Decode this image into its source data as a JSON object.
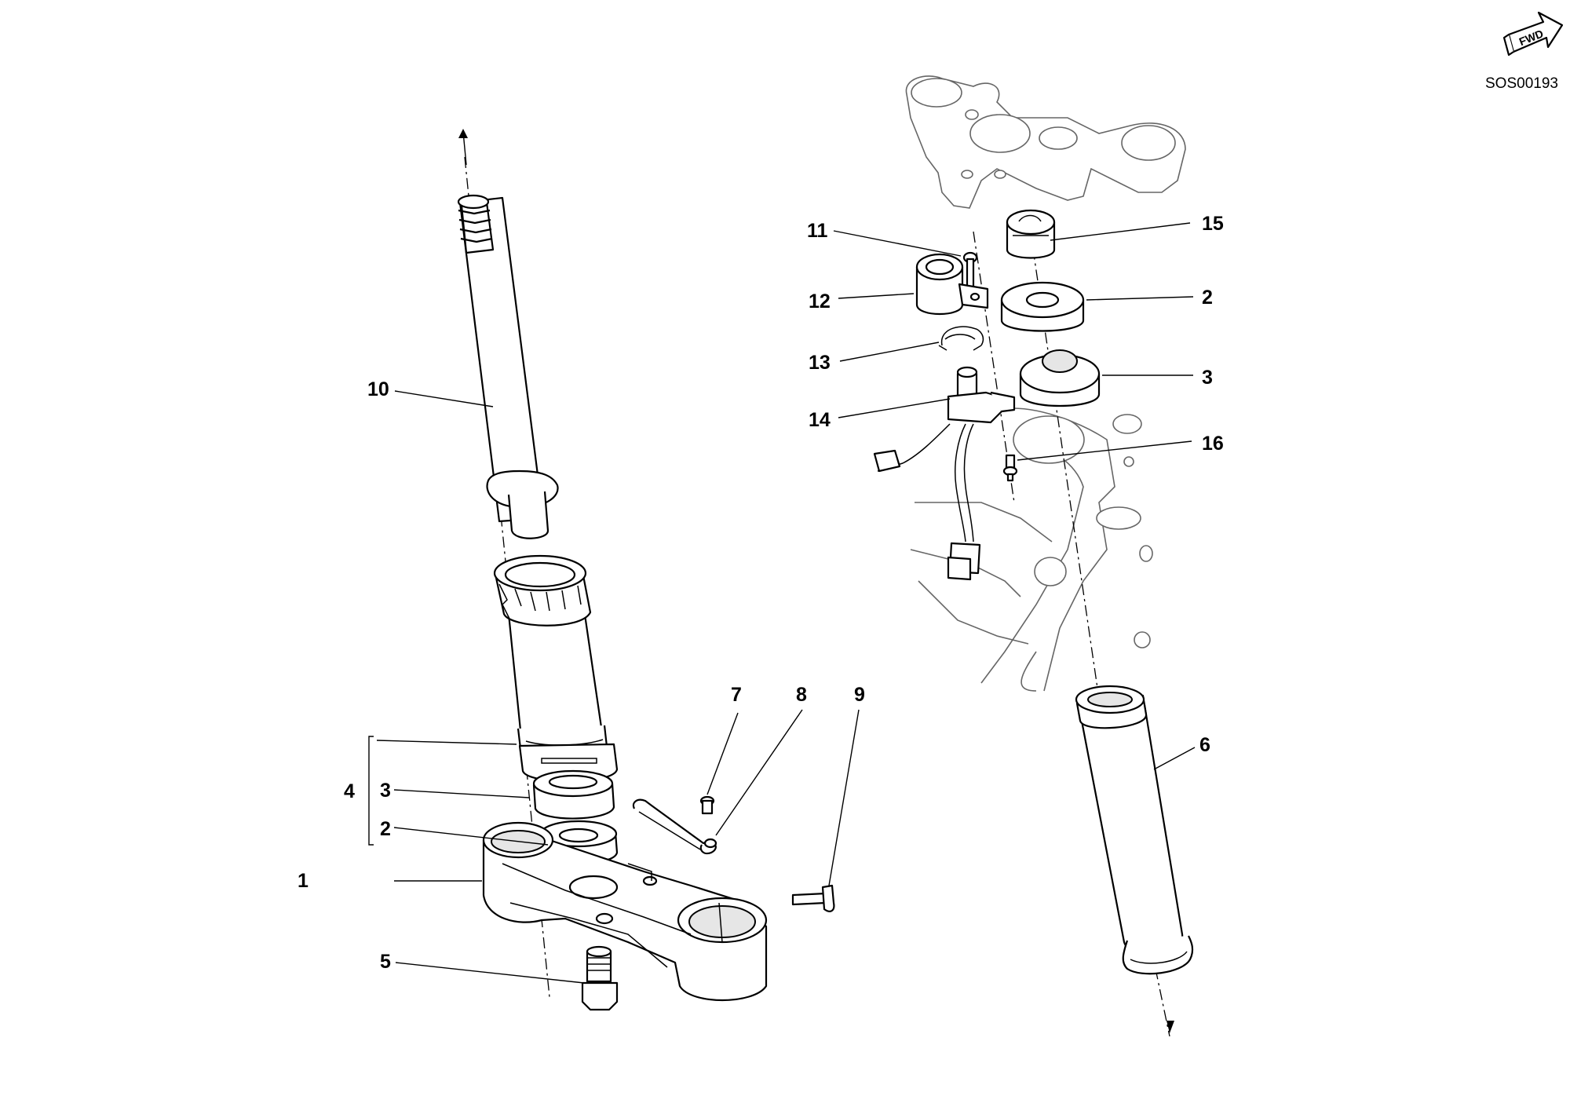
{
  "diagram": {
    "drawing_code": "SOS00193",
    "direction_badge": "FWD",
    "callouts": [
      {
        "id": "c1",
        "text": "1"
      },
      {
        "id": "c2a",
        "text": "2"
      },
      {
        "id": "c3a",
        "text": "3"
      },
      {
        "id": "c4",
        "text": "4"
      },
      {
        "id": "c5",
        "text": "5"
      },
      {
        "id": "c7",
        "text": "7"
      },
      {
        "id": "c8",
        "text": "8"
      },
      {
        "id": "c9",
        "text": "9"
      },
      {
        "id": "c10",
        "text": "10"
      },
      {
        "id": "c11",
        "text": "11"
      },
      {
        "id": "c12",
        "text": "12"
      },
      {
        "id": "c13",
        "text": "13"
      },
      {
        "id": "c14",
        "text": "14"
      },
      {
        "id": "c15",
        "text": "15"
      },
      {
        "id": "c2b",
        "text": "2"
      },
      {
        "id": "c3b",
        "text": "3"
      },
      {
        "id": "c16",
        "text": "16"
      },
      {
        "id": "c6",
        "text": "6"
      }
    ]
  },
  "colors": {
    "ink": "#000000",
    "background_part": "#666666",
    "paper": "#ffffff"
  }
}
